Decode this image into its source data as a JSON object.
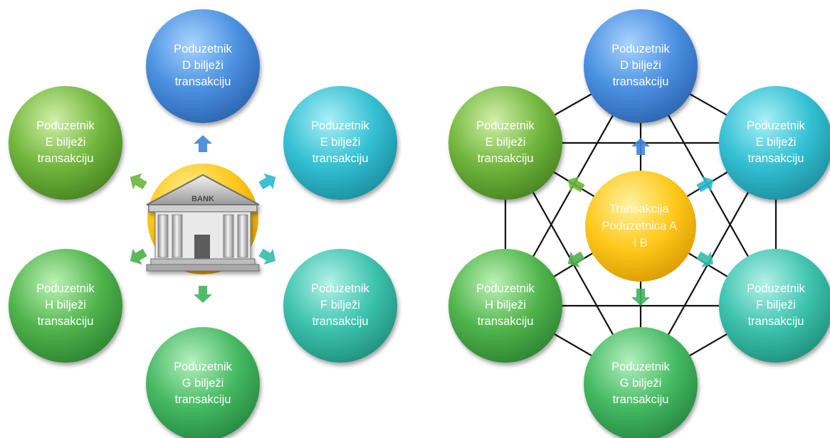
{
  "colors": {
    "blue": "#3f86d8",
    "teal": "#2ab8cc",
    "teal_green": "#34bca8",
    "green_light": "#6cb53c",
    "green": "#4caf4a",
    "green_mid": "#3fb25c",
    "gold": "#ffc400"
  },
  "left_diagram": {
    "bank_sign": "BANK",
    "nodes": [
      {
        "id": "d",
        "line1": "Poduzetnik",
        "line2": "D bilježi",
        "line3": "transakciju",
        "color": "blue"
      },
      {
        "id": "e-right",
        "line1": "Poduzetnik",
        "line2": "E bilježi",
        "line3": "transakciju",
        "color": "teal"
      },
      {
        "id": "f",
        "line1": "Poduzetnik",
        "line2": "F bilježi",
        "line3": "transakciju",
        "color": "teal_green"
      },
      {
        "id": "g",
        "line1": "Poduzetnik",
        "line2": "G bilježi",
        "line3": "transakciju",
        "color": "green_mid"
      },
      {
        "id": "h",
        "line1": "Poduzetnik",
        "line2": "H bilježi",
        "line3": "transakciju",
        "color": "green"
      },
      {
        "id": "e-left",
        "line1": "Poduzetnik",
        "line2": "E bilježi",
        "line3": "transakciju",
        "color": "green_light"
      }
    ]
  },
  "right_diagram": {
    "center": {
      "line1": "Transakcija",
      "line2": "Poduzetnica A",
      "line3": "i B"
    },
    "nodes": [
      {
        "id": "d",
        "line1": "Poduzetnik",
        "line2": "D bilježi",
        "line3": "transakciju",
        "color": "blue"
      },
      {
        "id": "e-right",
        "line1": "Poduzetnik",
        "line2": "E bilježi",
        "line3": "transakciju",
        "color": "teal"
      },
      {
        "id": "f",
        "line1": "Poduzetnik",
        "line2": "F bilježi",
        "line3": "transakciju",
        "color": "teal_green"
      },
      {
        "id": "g",
        "line1": "Poduzetnik",
        "line2": "G bilježi",
        "line3": "transakciju",
        "color": "green_mid"
      },
      {
        "id": "h",
        "line1": "Poduzetnik",
        "line2": "H bilježi",
        "line3": "transakciju",
        "color": "green"
      },
      {
        "id": "e-left",
        "line1": "Poduzetnik",
        "line2": "E bilježi",
        "line3": "transakciju",
        "color": "green_light"
      }
    ]
  }
}
